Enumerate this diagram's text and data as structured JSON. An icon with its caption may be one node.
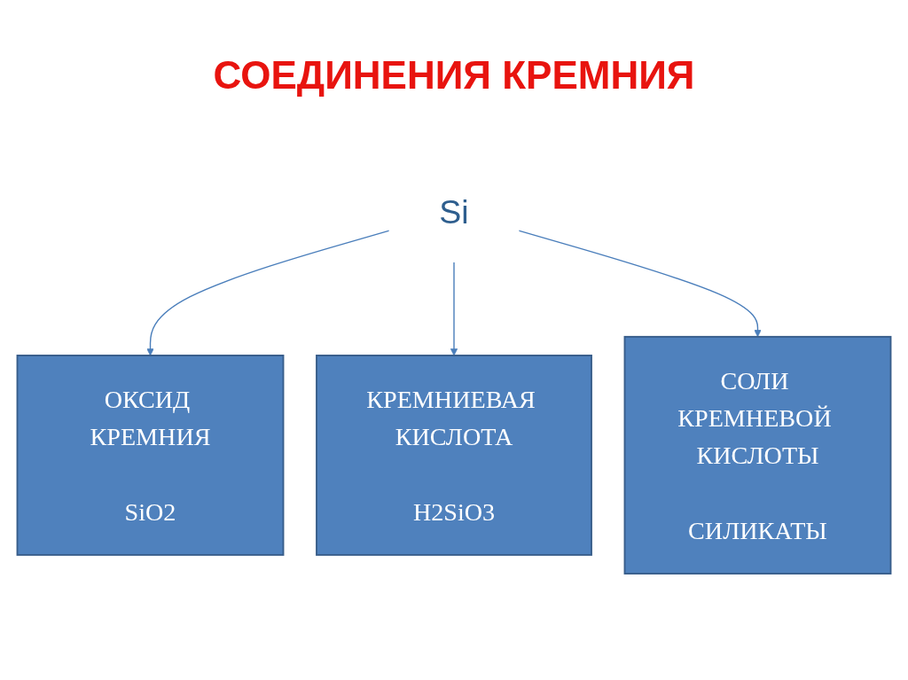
{
  "diagram": {
    "title": "СОЕДИНЕНИЯ КРЕМНИЯ",
    "nodes": [
      {
        "text": [
          "Si"
        ]
      },
      {
        "text": [
          "ОКСИД КРЕМНИЯ",
          "SiO2"
        ]
      },
      {
        "text": [
          "КРЕМНИЕВАЯ КИСЛОТА",
          "H2SiO3"
        ]
      },
      {
        "text": [
          "СОЛИ КРЕМНЕВОЙ КИСЛОТЫ",
          "СИЛИКАТЫ"
        ]
      }
    ],
    "edges": [
      {
        "from": 0,
        "to": 1,
        "arrow": "to"
      },
      {
        "from": 0,
        "to": 2,
        "arrow": "to"
      },
      {
        "from": 0,
        "to": 3,
        "arrow": "to"
      }
    ]
  }
}
